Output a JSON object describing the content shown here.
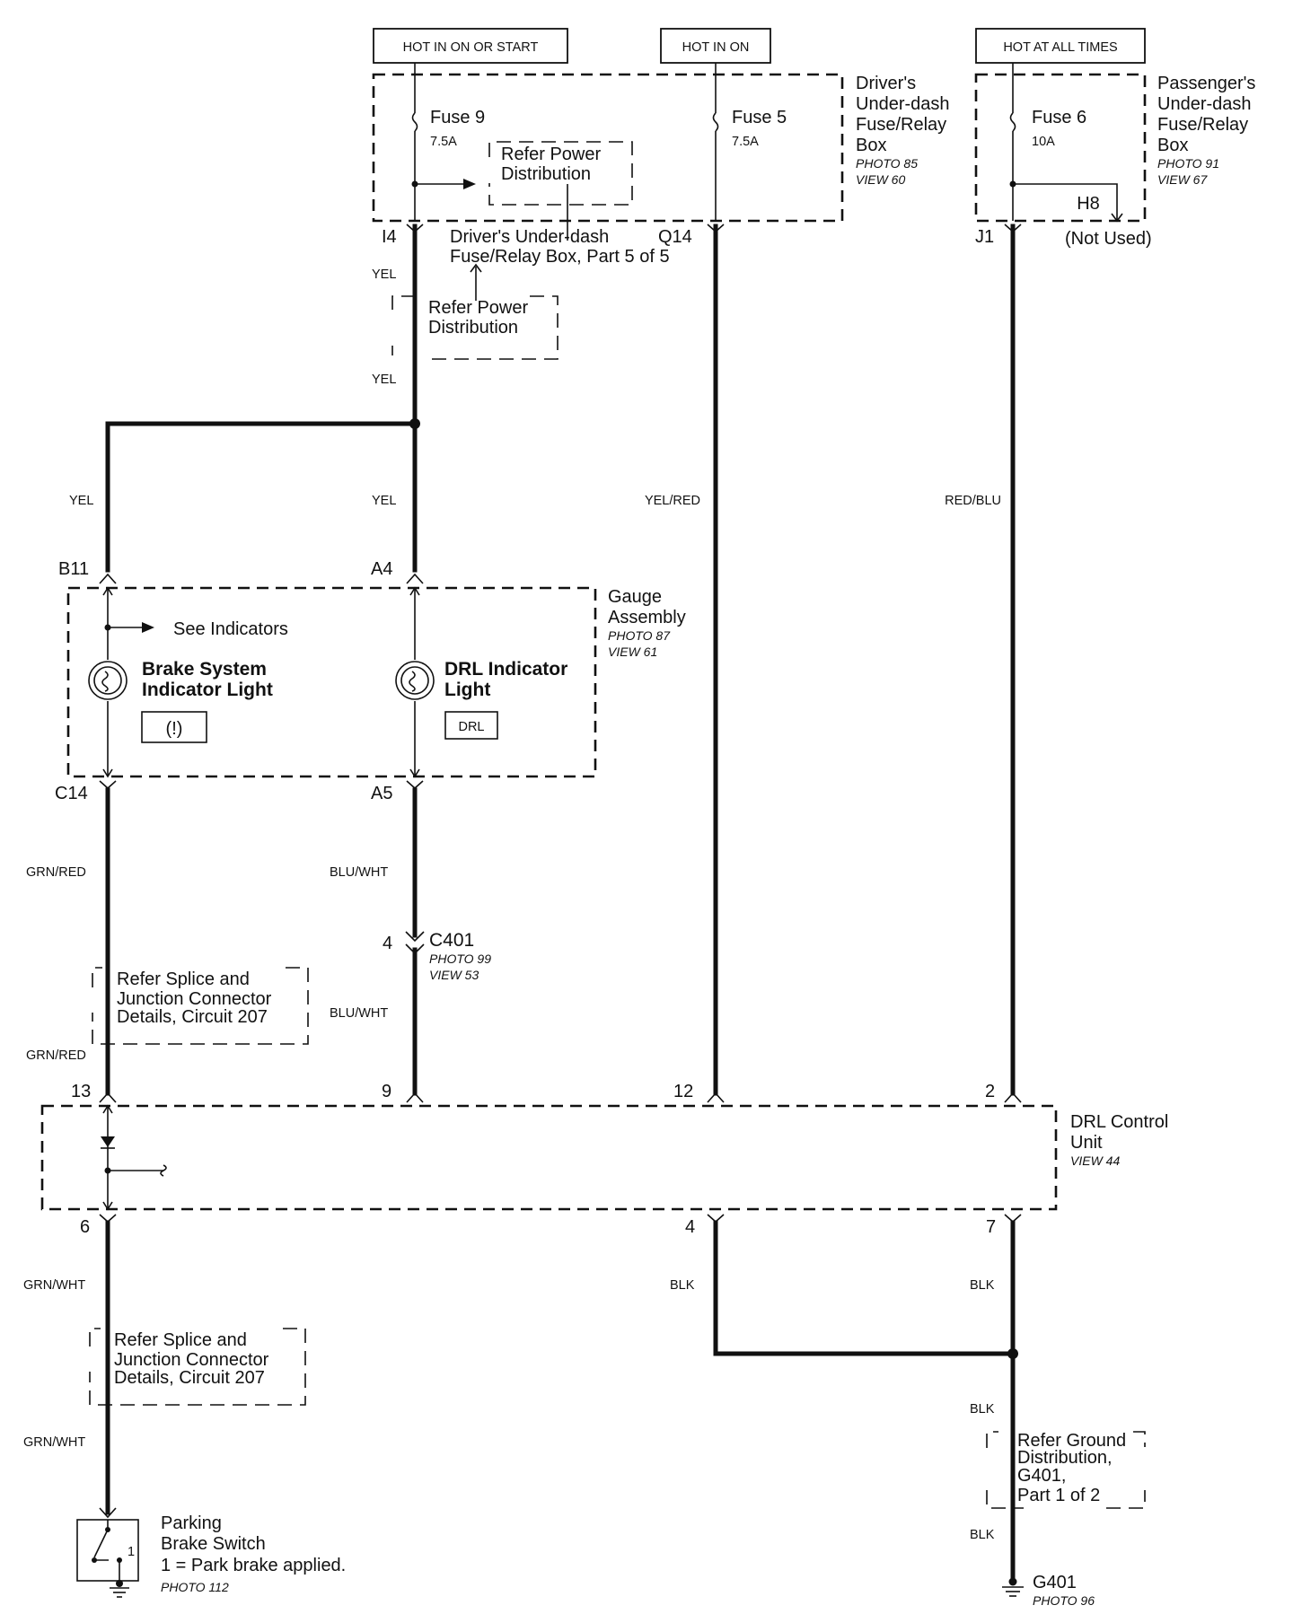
{
  "hot_labels": [
    "HOT IN ON OR START",
    "HOT IN ON",
    "HOT AT ALL TIMES"
  ],
  "drivers_box": {
    "title": [
      "Driver's",
      "Under-dash",
      "Fuse/Relay",
      "Box"
    ],
    "photo": "PHOTO 85",
    "view": "VIEW 60",
    "fuse9": {
      "name": "Fuse 9",
      "rating": "7.5A"
    },
    "fuse5": {
      "name": "Fuse 5",
      "rating": "7.5A"
    },
    "refer_power": [
      "Refer Power",
      "Distribution"
    ],
    "pin_i4": "I4",
    "pin_q14": "Q14",
    "part_ref": [
      "Driver's Under-dash",
      "Fuse/Relay Box, Part 5 of 5"
    ]
  },
  "passengers_box": {
    "title": [
      "Passenger's",
      "Under-dash",
      "Fuse/Relay",
      "Box"
    ],
    "photo": "PHOTO 91",
    "view": "VIEW 67",
    "fuse6": {
      "name": "Fuse 6",
      "rating": "10A"
    },
    "h8": "H8",
    "not_used": "(Not Used)",
    "pin_j1": "J1"
  },
  "refer_power_2": [
    "Refer Power",
    "Distribution"
  ],
  "wire_colors": {
    "yel": "YEL",
    "yel_red": "YEL/RED",
    "red_blu": "RED/BLU",
    "grn_red": "GRN/RED",
    "blu_wht": "BLU/WHT",
    "grn_wht": "GRN/WHT",
    "blk": "BLK"
  },
  "gauge": {
    "title": [
      "Gauge",
      "Assembly"
    ],
    "photo": "PHOTO 87",
    "view": "VIEW 61",
    "pin_b11": "B11",
    "pin_a4": "A4",
    "pin_c14": "C14",
    "pin_a5": "A5",
    "see_indicators": "See Indicators",
    "brake_light": [
      "Brake System",
      "Indicator Light"
    ],
    "brake_symbol": "(!)",
    "drl_light": [
      "DRL Indicator",
      "Light"
    ],
    "drl_symbol": "DRL"
  },
  "c401": {
    "pin": "4",
    "name": "C401",
    "photo": "PHOTO 99",
    "view": "VIEW 53"
  },
  "splice": [
    "Refer Splice and",
    "Junction Connector",
    "Details, Circuit 207"
  ],
  "drl_unit": {
    "title": [
      "DRL Control",
      "Unit"
    ],
    "view": "VIEW 44",
    "pins_top": [
      "13",
      "9",
      "12",
      "2"
    ],
    "pins_bottom": [
      "6",
      "4",
      "7"
    ]
  },
  "ground_ref": [
    "Refer Ground",
    "Distribution,",
    "G401,",
    "Part 1 of 2"
  ],
  "parking_switch": {
    "title": [
      "Parking",
      "Brake Switch"
    ],
    "note": "1 =  Park brake applied.",
    "pin": "1",
    "photo": "PHOTO 112"
  },
  "g401": {
    "name": "G401",
    "photo": "PHOTO 96"
  }
}
